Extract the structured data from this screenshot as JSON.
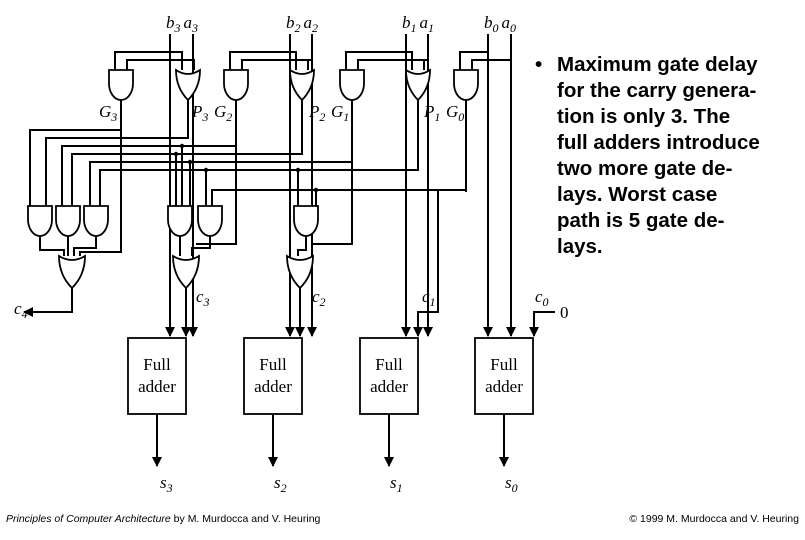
{
  "inputs": [
    {
      "b": "b",
      "bsub": "3",
      "a": "a",
      "asub": "3"
    },
    {
      "b": "b",
      "bsub": "2",
      "a": "a",
      "asub": "2"
    },
    {
      "b": "b",
      "bsub": "1",
      "a": "a",
      "asub": "1"
    },
    {
      "b": "b",
      "bsub": "0",
      "a": "a",
      "asub": "0"
    }
  ],
  "gp_labels": [
    {
      "text": "G",
      "sub": "3"
    },
    {
      "text": "P",
      "sub": "3"
    },
    {
      "text": "G",
      "sub": "2"
    },
    {
      "text": "P",
      "sub": "2"
    },
    {
      "text": "G",
      "sub": "1"
    },
    {
      "text": "P",
      "sub": "1"
    },
    {
      "text": "G",
      "sub": "0"
    }
  ],
  "carries": [
    {
      "text": "c",
      "sub": "4"
    },
    {
      "text": "c",
      "sub": "3"
    },
    {
      "text": "c",
      "sub": "2"
    },
    {
      "text": "c",
      "sub": "1"
    },
    {
      "text": "c",
      "sub": "0"
    }
  ],
  "c0_value": "0",
  "adders": [
    {
      "line1": "Full",
      "line2": "adder"
    },
    {
      "line1": "Full",
      "line2": "adder"
    },
    {
      "line1": "Full",
      "line2": "adder"
    },
    {
      "line1": "Full",
      "line2": "adder"
    }
  ],
  "sums": [
    {
      "text": "s",
      "sub": "3"
    },
    {
      "text": "s",
      "sub": "2"
    },
    {
      "text": "s",
      "sub": "1"
    },
    {
      "text": "s",
      "sub": "0"
    }
  ],
  "bullet": {
    "symbol": "•",
    "lines": [
      "Maximum gate delay",
      "for the carry genera-",
      "tion is only 3. The",
      "full adders introduce",
      "two more gate de-",
      "lays.  Worst case",
      "path is 5 gate de-",
      "lays."
    ]
  },
  "footer": {
    "book_title": "Principles of Computer Architecture",
    "by_authors": " by M. Murdocca and V. Heuring",
    "copyright": "© 1999 M. Murdocca and V. Heuring"
  }
}
